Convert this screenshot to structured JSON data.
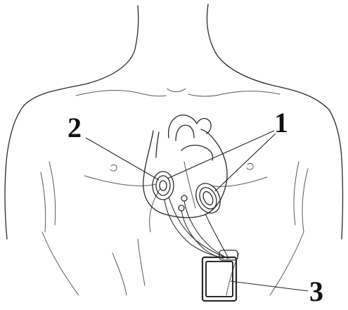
{
  "labels": {
    "electrodes": "1",
    "sensor": "2",
    "device": "3"
  },
  "colors": {
    "line": "#2a2a2a",
    "background": "#ffffff"
  }
}
